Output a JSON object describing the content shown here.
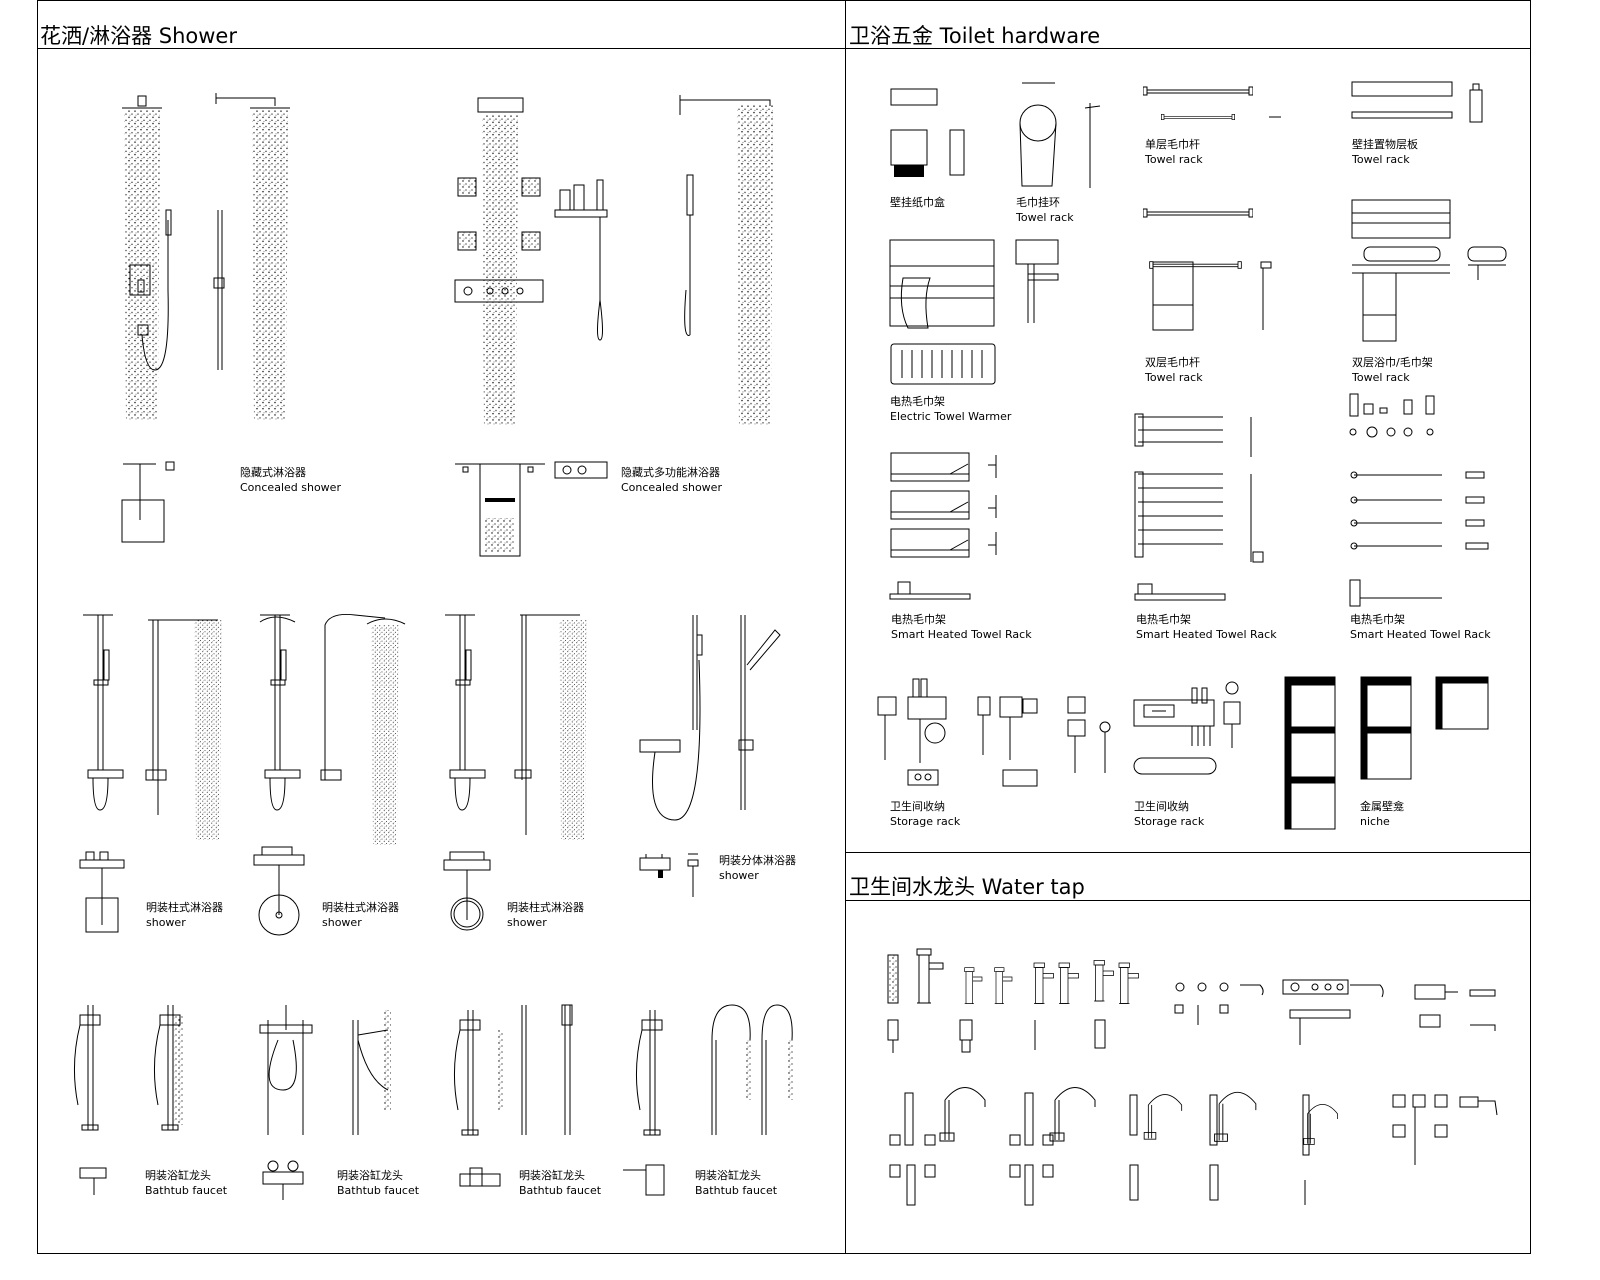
{
  "sections": {
    "shower": {
      "title": "花洒/淋浴器 Shower"
    },
    "toilet_hardware": {
      "title": "卫浴五金 Toilet hardware"
    },
    "water_tap": {
      "title": "卫生间水龙头 Water tap"
    }
  },
  "shower_labels": [
    {
      "cn": "隐藏式淋浴器",
      "en": "Concealed shower"
    },
    {
      "cn": "隐藏式多功能淋浴器",
      "en": "Concealed shower"
    },
    {
      "cn": "明装柱式淋浴器",
      "en": "shower"
    },
    {
      "cn": "明装柱式淋浴器",
      "en": "shower"
    },
    {
      "cn": "明装柱式淋浴器",
      "en": "shower"
    },
    {
      "cn": "明装分体淋浴器",
      "en": "shower"
    },
    {
      "cn": "明装浴缸龙头",
      "en": "Bathtub faucet"
    },
    {
      "cn": "明装浴缸龙头",
      "en": "Bathtub faucet"
    },
    {
      "cn": "明装浴缸龙头",
      "en": "Bathtub faucet"
    },
    {
      "cn": "明装浴缸龙头",
      "en": "Bathtub faucet"
    }
  ],
  "hardware_labels": [
    {
      "cn": "壁挂纸巾盒",
      "en": ""
    },
    {
      "cn": "毛巾挂环",
      "en": "Towel rack"
    },
    {
      "cn": "单层毛巾杆",
      "en": "Towel rack"
    },
    {
      "cn": "壁挂置物层板",
      "en": "Towel rack"
    },
    {
      "cn": "电热毛巾架",
      "en": "Electric Towel Warmer"
    },
    {
      "cn": "双层毛巾杆",
      "en": "Towel rack"
    },
    {
      "cn": "双层浴巾/毛巾架",
      "en": "Towel rack"
    },
    {
      "cn": "电热毛巾架",
      "en": "Smart Heated Towel Rack"
    },
    {
      "cn": "电热毛巾架",
      "en": "Smart Heated Towel Rack"
    },
    {
      "cn": "电热毛巾架",
      "en": "Smart Heated Towel Rack"
    },
    {
      "cn": "卫生间收纳",
      "en": "Storage rack"
    },
    {
      "cn": "卫生间收纳",
      "en": "Storage rack"
    },
    {
      "cn": "金属壁龛",
      "en": "niche"
    }
  ]
}
